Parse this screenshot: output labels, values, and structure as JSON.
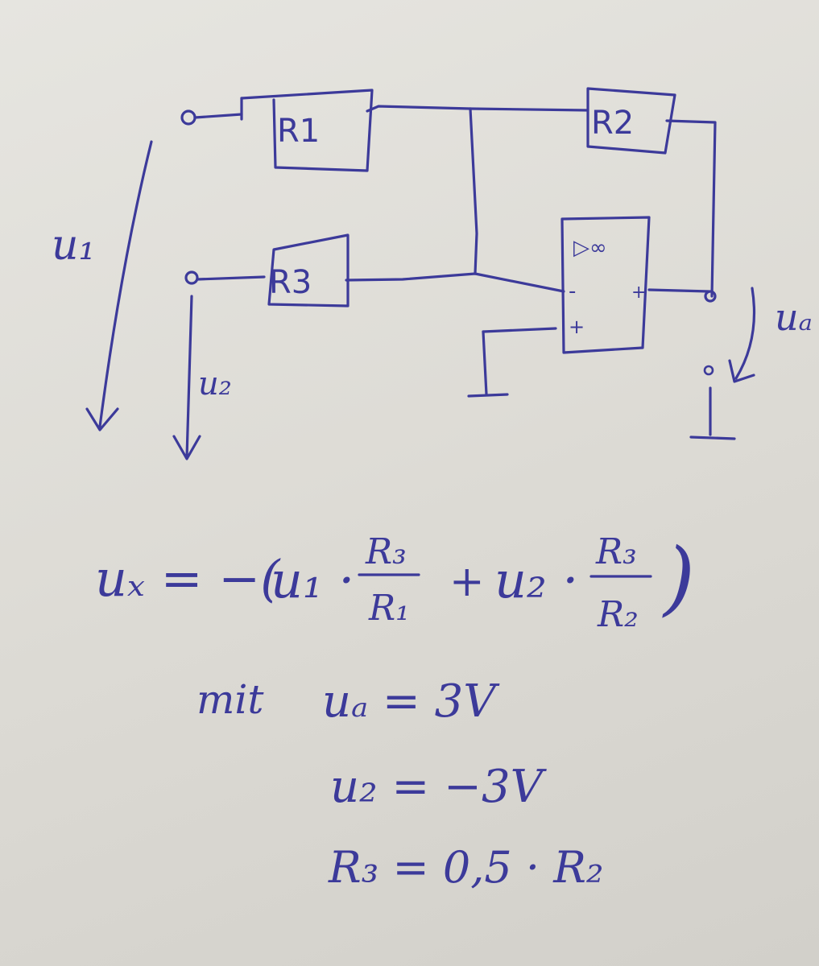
{
  "diagram": {
    "components": {
      "r1": "R1",
      "r2": "R2",
      "r3": "R3",
      "opamp": "▷∞",
      "opamp_minus": "-",
      "opamp_plus": "+",
      "opamp_out": "+"
    },
    "voltages": {
      "u1": "u₁",
      "u2": "u₂",
      "ua": "uₐ"
    }
  },
  "formula": {
    "lhs": "uₓ = −(",
    "term1_factor": "u₁ ·",
    "frac1_num": "R₃",
    "frac1_den": "R₁",
    "plus": "+",
    "term2_factor": "u₂ ·",
    "frac2_num": "R₃",
    "frac2_den": "R₂",
    "close": ")"
  },
  "conditions": {
    "mit": "mit",
    "line1": "uₐ = 3V",
    "line2": "u₂ = −3V",
    "line3": "R₃ = 0,5 · R₂"
  },
  "colors": {
    "ink": "#3c3a9a",
    "paper": "#e2e0da"
  }
}
